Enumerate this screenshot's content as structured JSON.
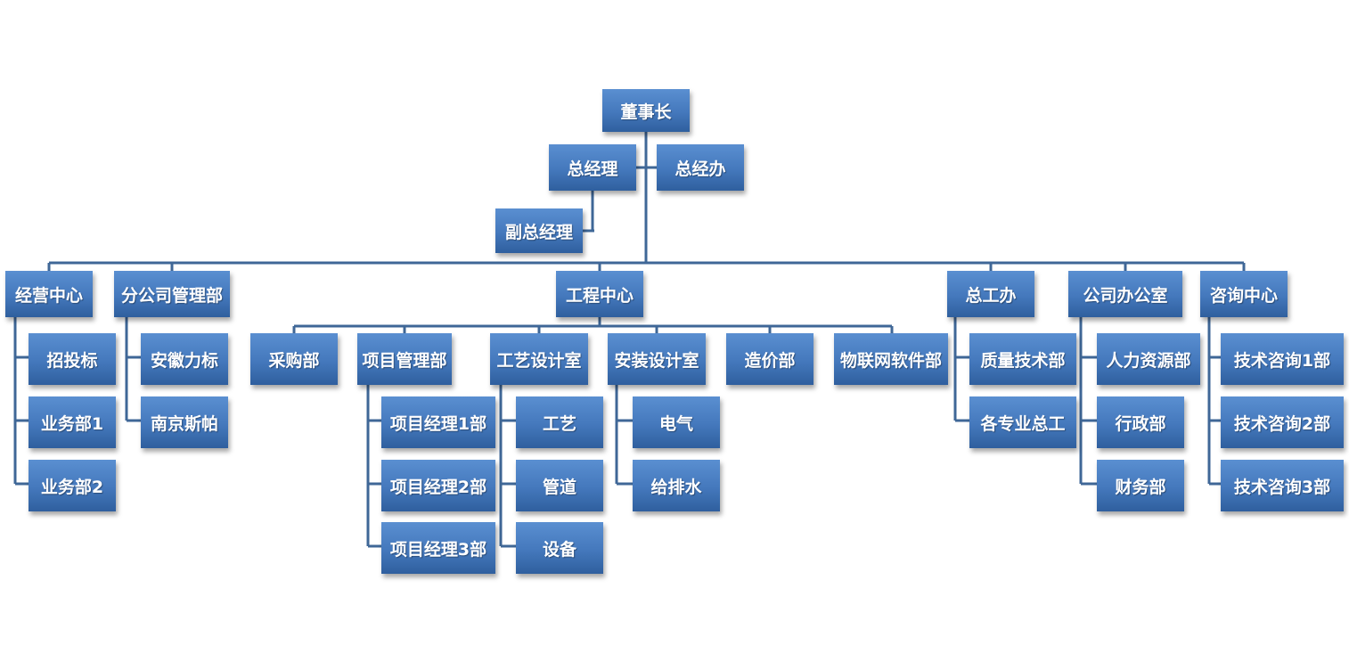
{
  "org": {
    "chairman": "董事长",
    "gm": "总经理",
    "gm_office": "总经办",
    "deputy_gm": "副总经理",
    "business": {
      "label": "经营中心",
      "children": [
        "招投标",
        "业务部1",
        "业务部2"
      ]
    },
    "branch": {
      "label": "分公司管理部",
      "children": [
        "安徽力标",
        "南京斯帕"
      ]
    },
    "engineering": {
      "label": "工程中心",
      "purchasing": "采购部",
      "project_mgmt": {
        "label": "项目管理部",
        "children": [
          "项目经理1部",
          "项目经理2部",
          "项目经理3部"
        ]
      },
      "process_design": {
        "label": "工艺设计室",
        "children": [
          "工艺",
          "管道",
          "设备"
        ]
      },
      "install_design": {
        "label": "安装设计室",
        "children": [
          "电气",
          "给排水"
        ]
      },
      "cost": "造价部",
      "iot": "物联网软件部"
    },
    "chief_eng": {
      "label": "总工办",
      "children": [
        "质量技术部",
        "各专业总工"
      ]
    },
    "office": {
      "label": "公司办公室",
      "children": [
        "人力资源部",
        "行政部",
        "财务部"
      ]
    },
    "consulting": {
      "label": "咨询中心",
      "children": [
        "技术咨询1部",
        "技术咨询2部",
        "技术咨询3部"
      ]
    }
  },
  "colors": {
    "box_top": "#5a8fd1",
    "box_bottom": "#2f5f9e",
    "connector": "#3f6797",
    "text": "#ffffff"
  }
}
